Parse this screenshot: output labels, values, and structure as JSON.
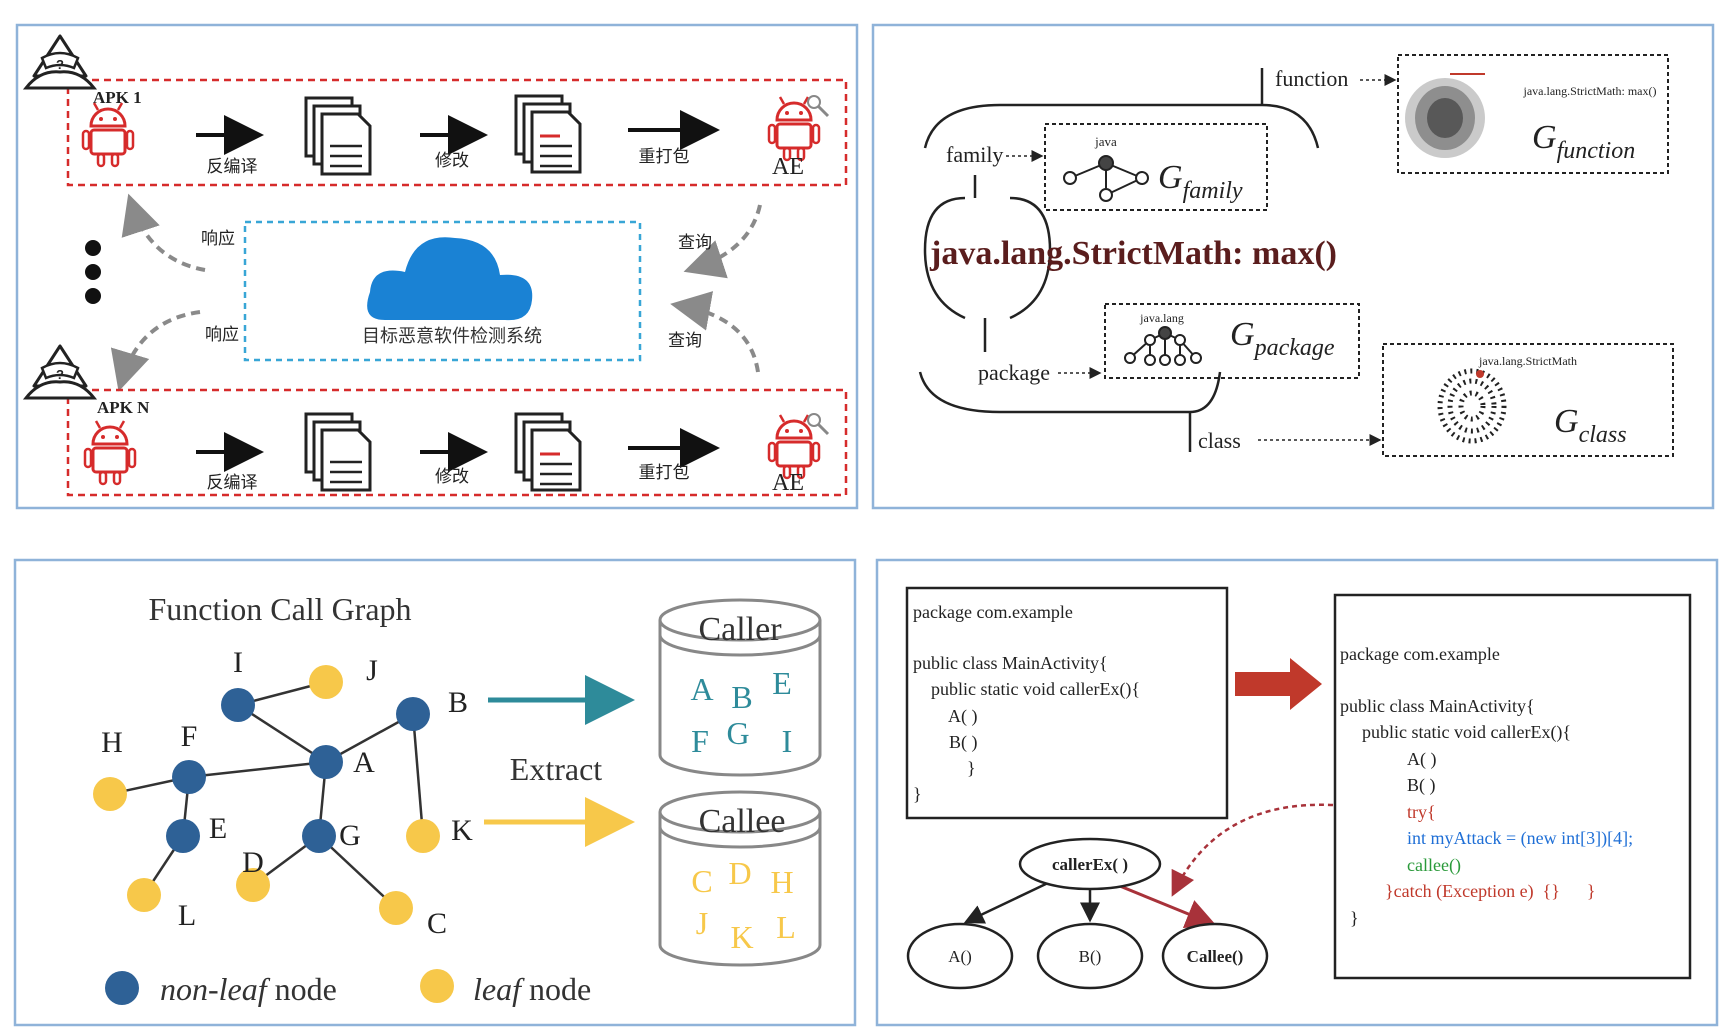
{
  "colors": {
    "panel_border": "#8fb3d9",
    "red": "#d62b2b",
    "cyan_dash": "#38a6d6",
    "cloud": "#1a82d4",
    "gray": "#8a8a8a",
    "blue_node": "#2e6196",
    "yellow_node": "#f7c84a",
    "teal": "#2e8b9a",
    "code_blue": "#1f6fd6",
    "code_green": "#2a9a3a",
    "code_red": "#c0392b",
    "dark_red": "#a8323a",
    "text": "#222222"
  },
  "panel1": {
    "apk_top_label": "APK 1",
    "apk_bottom_label": "APK N",
    "step_decompile": "反编译",
    "step_modify": "修改",
    "step_repack": "重打包",
    "ae_label": "AE",
    "response": "响应",
    "query": "查询",
    "system_label": "目标恶意软件检测系统",
    "icons": [
      "hacker-icon",
      "android-icon",
      "document-stack-icon",
      "ae-android-wrench-icon",
      "cloud-icon"
    ]
  },
  "panel2": {
    "method": "java.lang.StrictMath: max()",
    "family": "family",
    "package": "package",
    "function": "function",
    "class": "class",
    "g_letter": "G",
    "sub_family": "family",
    "sub_package": "package",
    "sub_function": "function",
    "sub_class": "class",
    "tag_java": "java",
    "tag_java_lang": "java.lang",
    "tag_function_graph": "java.lang.StrictMath: max()",
    "tag_class_graph": "java.lang.StrictMath"
  },
  "panel3": {
    "title": "Function Call Graph",
    "extract": "Extract",
    "caller": "Caller",
    "callee": "Callee",
    "caller_letters": [
      "A",
      "B",
      "E",
      "F",
      "G",
      "I"
    ],
    "callee_letters": [
      "C",
      "D",
      "H",
      "J",
      "K",
      "L"
    ],
    "legend_nonleaf_em": "non-leaf",
    "legend_leaf_em": "leaf",
    "legend_node": "node",
    "nodes": [
      {
        "id": "I",
        "leaf": false
      },
      {
        "id": "J",
        "leaf": true
      },
      {
        "id": "B",
        "leaf": false
      },
      {
        "id": "H",
        "leaf": true
      },
      {
        "id": "F",
        "leaf": false
      },
      {
        "id": "A",
        "leaf": false
      },
      {
        "id": "E",
        "leaf": false
      },
      {
        "id": "G",
        "leaf": false
      },
      {
        "id": "K",
        "leaf": true
      },
      {
        "id": "L",
        "leaf": true
      },
      {
        "id": "D",
        "leaf": true
      },
      {
        "id": "C",
        "leaf": true
      }
    ]
  },
  "panel4": {
    "left_code": [
      "package com.example",
      "",
      "public class MainActivity{",
      "    public static void callerEx(){",
      "        A( )",
      "        B( )",
      "            }",
      "}"
    ],
    "right_code": [
      "package com.example",
      "public class MainActivity{",
      "public static void callerEx(){",
      "A( )",
      "B( )",
      "try{",
      "int myAttack = (new int[3])[4];",
      "callee()",
      "}catch (Exception e)  {}      }",
      "}"
    ],
    "tree_root": "callerEx( )",
    "tree_a": "A()",
    "tree_b": "B()",
    "tree_callee": "Callee()"
  }
}
